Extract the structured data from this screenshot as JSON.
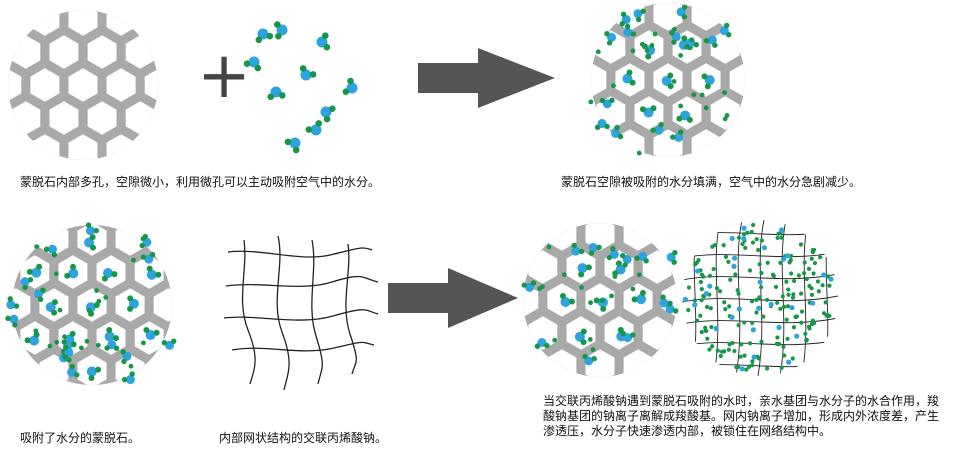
{
  "captions": {
    "step1": "蒙脱石内部多孔，空隙微小，利用微孔可以主动吸附空气中的水分。",
    "step2": "蒙脱石空隙被吸附的水分填满，空气中的水分急剧减少。",
    "step3": "吸附了水分的蒙脱石。",
    "step4": "内部网状结构的交联丙烯酸钠。",
    "step5": "当交联丙烯酸钠遇到蒙脱石吸附的水时，亲水基团与水分子的水合作用，羧酸钠基团的钠离子离解成羧酸基。网内钠离子增加，形成内外浓度差，产生渗透压，水分子快速渗透内部，被锁住在网络结构中。"
  },
  "operator": "+",
  "colors": {
    "lattice": "#a9a9a9",
    "oxygen": "#2ea3de",
    "hydrogen": "#17964a",
    "arrow": "#555555",
    "network": "#222222"
  }
}
